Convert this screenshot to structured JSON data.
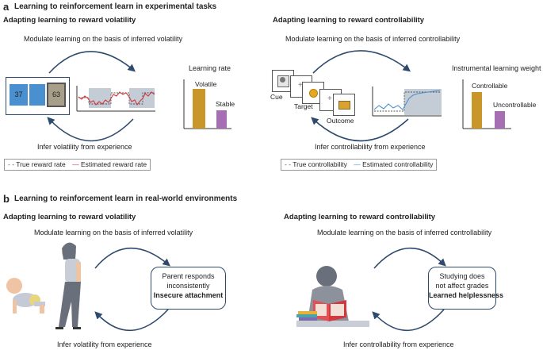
{
  "panel_a": {
    "letter": "a",
    "title": "Learning to reinforcement learn in experimental tasks",
    "left": {
      "heading": "Adapting learning to reward volatility",
      "top_caption": "Modulate learning on the basis of inferred volatility",
      "bottom_caption": "Infer volatility from experience",
      "box_values": [
        "37",
        "63"
      ],
      "bar_chart_title": "Learning rate",
      "bar_labels": [
        "Volatile",
        "Stable"
      ],
      "legend": [
        "True reward rate",
        "Estimated reward rate"
      ]
    },
    "right": {
      "heading": "Adapting learning to reward controllability",
      "top_caption": "Modulate learning on the basis of inferred controllability",
      "bottom_caption": "Infer controllability from experience",
      "card_labels": [
        "Cue",
        "Target",
        "Outcome"
      ],
      "bar_chart_title": "Instrumental learning weight",
      "bar_labels": [
        "Controllable",
        "Uncontrollable"
      ],
      "legend": [
        "True controllability",
        "Estimated controllability"
      ]
    }
  },
  "panel_b": {
    "letter": "b",
    "title": "Learning to reinforcement learn in real-world environments",
    "left": {
      "heading": "Adapting learning to reward volatility",
      "top_caption": "Modulate learning on the basis of inferred volatility",
      "bottom_caption": "Infer volatility from experience",
      "callout_text": "Parent responds inconsistently",
      "callout_bold": "Insecure attachment"
    },
    "right": {
      "heading": "Adapting learning to reward controllability",
      "top_caption": "Modulate learning on the basis of inferred controllability",
      "bottom_caption": "Infer controllability from experience",
      "callout_text": "Studying does not affect grades",
      "callout_bold": "Learned helplessness"
    }
  },
  "colors": {
    "gold": "#c9962a",
    "purple": "#a66fb3",
    "blue_box": "#4a8fcf",
    "gray_box": "#a89f8a",
    "red_line": "#d2383e",
    "blue_line": "#4d8fd0",
    "shade": "#c4ccd6",
    "arrow": "#2e4a6d"
  },
  "icons": [
    "crawling-baby",
    "walking-parent",
    "student-reading",
    "books-stack"
  ]
}
